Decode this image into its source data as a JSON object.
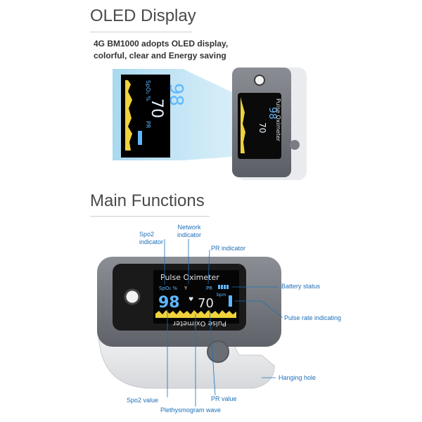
{
  "section1": {
    "title": "OLED Display",
    "description_line1": "4G BM1000 adopts OLED display,",
    "description_line2": "colorful, clear and Energy saving"
  },
  "section2": {
    "title": "Main Functions"
  },
  "screen": {
    "spo2_label": "SpO₂ %",
    "spo2_value": "98",
    "pr_label": "PR",
    "pr_value": "70",
    "bpm_label": "bpm",
    "device_label": "Pulse Oximeter"
  },
  "labels": {
    "spo2_indicator_l1": "Spo2",
    "spo2_indicator_l2": "indicator",
    "network_indicator_l1": "Network",
    "network_indicator_l2": "indicator",
    "pr_indicator": "PR indicator",
    "battery_status": "Battery status",
    "pulse_rate_indicating": "Pulse rate indicating",
    "hanging_hole": "Hanging hole",
    "spo2_value": "Spo2 value",
    "plethysmogram_wave": "Plethysmogram wave",
    "pr_value": "PR value"
  },
  "colors": {
    "accent": "#1e6fb8",
    "screen_blue": "#5fb7ff",
    "wave_yellow": "#f0d23a",
    "device_gray": "#6e7278"
  }
}
